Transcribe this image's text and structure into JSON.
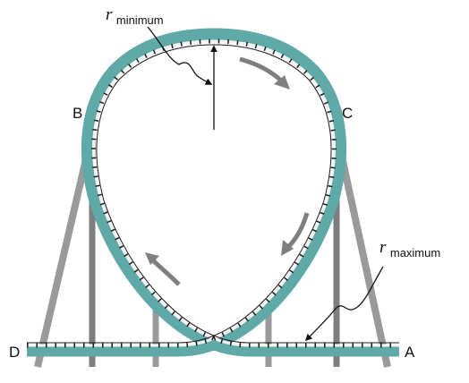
{
  "labels": {
    "point_a": "A",
    "point_b": "B",
    "point_c": "C",
    "point_d": "D"
  },
  "r_minimum": {
    "symbol": "r",
    "subscript": "minimum"
  },
  "r_maximum": {
    "symbol": "r",
    "subscript": "maximum"
  },
  "colors": {
    "track": "#5fa9a9",
    "track_edge": "#3f8787",
    "rail": "#1b1b1b",
    "tie": "#1b1b1b",
    "support": "#9a9a9a",
    "support_dark": "#7d7d7d",
    "arrow": "#7f7f7f",
    "leader": "#111111"
  },
  "icons": {
    "direction_arrows": "curved-motion-arrow-icon",
    "radius_arrow": "up-arrow-icon"
  }
}
